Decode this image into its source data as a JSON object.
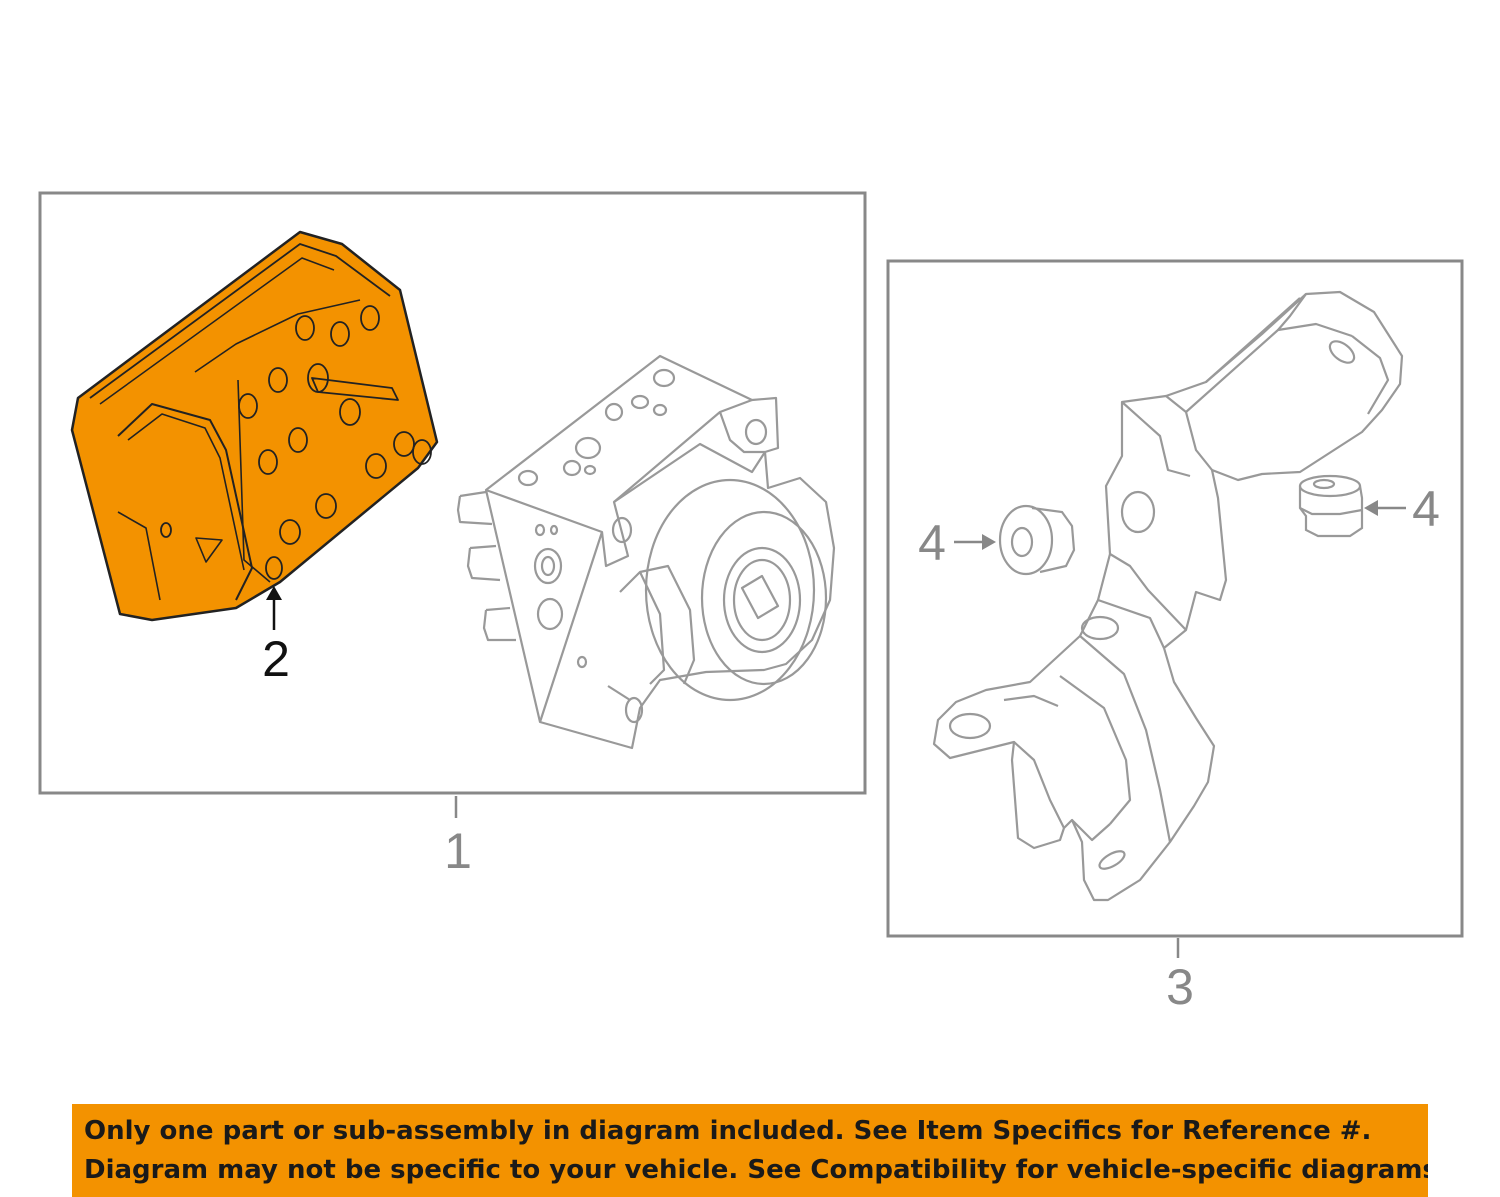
{
  "callouts": {
    "part_1": "1",
    "part_2": "2",
    "part_3": "3",
    "part_4_left": "4",
    "part_4_right": "4"
  },
  "colors": {
    "highlight": "#F39200",
    "line": "#999999",
    "frame": "#888888",
    "outline_dark": "#222222"
  },
  "notice": {
    "line1": "Only one part or sub-assembly in diagram included. See Item Specifics for Reference #.",
    "line2": "Diagram may not be specific to your vehicle. See Compatibility for vehicle-specific diagrams."
  }
}
